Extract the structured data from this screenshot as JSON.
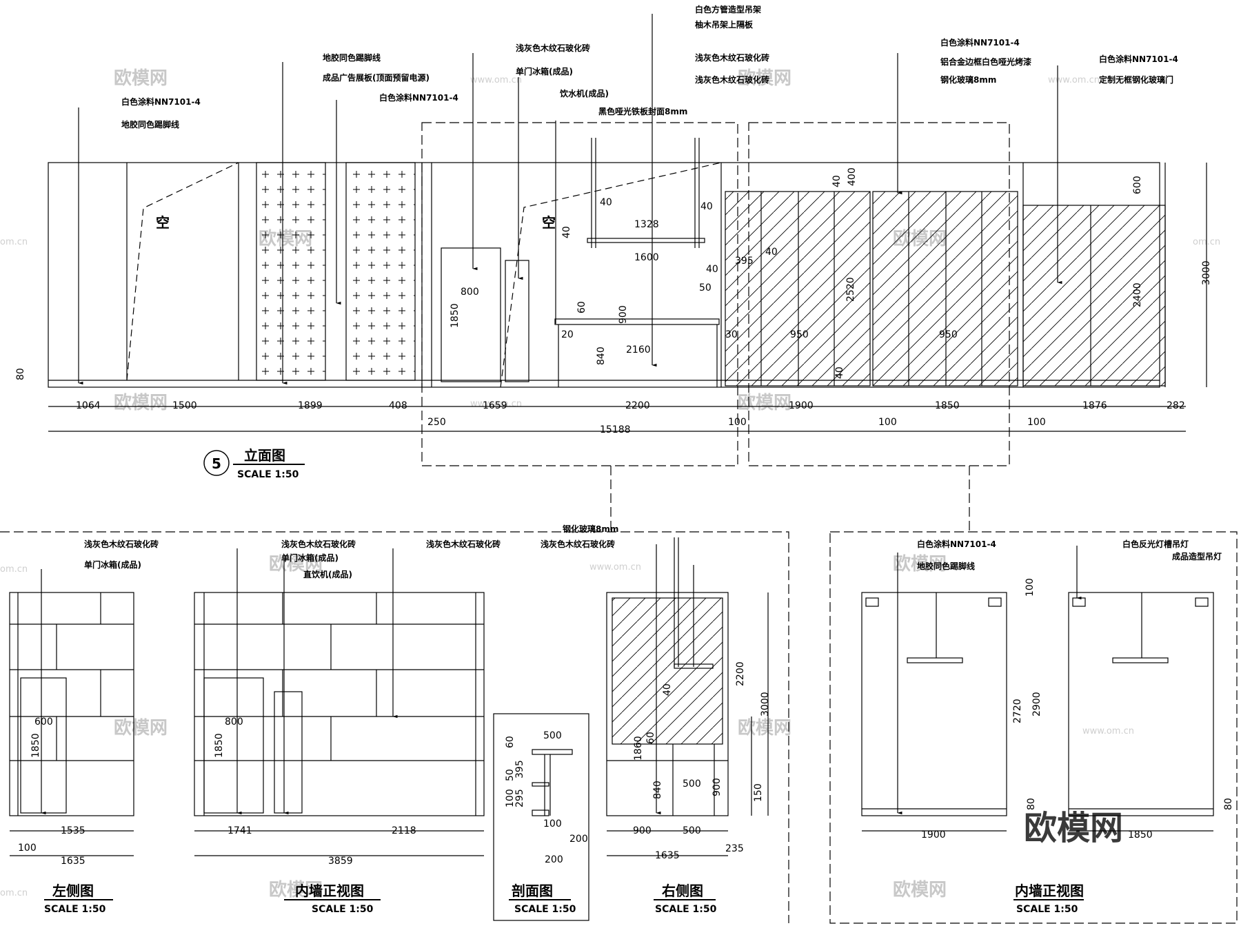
{
  "elevation5": {
    "number": "5",
    "title": "立面图",
    "scale": "SCALE 1:50",
    "empty_char": "空",
    "labels": {
      "white_paint_left": "白色涂料NN7101-4",
      "skirting_left": "地胶同色踢脚线",
      "skirting_mid": "地胶同色踢脚线",
      "ad_board": "成品广告展板(顶面预留电源)",
      "white_paint_mid": "白色涂料NN7101-4",
      "tile_top": "浅灰色木纹石玻化砖",
      "fridge": "单门冰箱(成品)",
      "water": "饮水机(成品)",
      "black_iron": "黑色哑光铁板封面8mm",
      "white_tube": "白色方管造型吊架",
      "teak_shelf": "柚木吊架上隔板",
      "tile_1": "浅灰色木纹石玻化砖",
      "tile_2": "浅灰色木纹石玻化砖",
      "white_paint_r1": "白色涂料NN7101-4",
      "alu_frame": "铝合金边框白色哑光烤漆",
      "tempered": "钢化玻璃8mm",
      "white_paint_r2": "白色涂料NN7101-4",
      "frameless": "定制无框钢化玻璃门"
    },
    "dims_bottom": [
      "1064",
      "1500",
      "1899",
      "408",
      "1659",
      "2200",
      "1900",
      "1850",
      "1876",
      "282"
    ],
    "dims_small": [
      "250",
      "100",
      "100",
      "100"
    ],
    "dim_total": "15188",
    "dims_inner": [
      "800",
      "1850",
      "60",
      "900",
      "840",
      "2160",
      "20",
      "1328",
      "1600",
      "40",
      "40",
      "40",
      "40",
      "50",
      "30",
      "395",
      "40",
      "2520",
      "950",
      "950",
      "40",
      "40",
      "400",
      "600",
      "2400",
      "3000",
      "80"
    ]
  },
  "left_side": {
    "title": "左侧图",
    "scale": "SCALE 1:50",
    "labels": [
      "浅灰色木纹石玻化砖",
      "单门冰箱(成品)"
    ],
    "dims": [
      "600",
      "1850",
      "1535",
      "100",
      "1635"
    ]
  },
  "inner_front_a": {
    "title": "内墙正视图",
    "scale": "SCALE 1:50",
    "labels": [
      "浅灰色木纹石玻化砖",
      "单门冰箱(成品)",
      "直饮机(成品)",
      "浅灰色木纹石玻化砖"
    ],
    "dims": [
      "800",
      "1850",
      "1741",
      "2118",
      "3859"
    ]
  },
  "section": {
    "title": "剖面图",
    "scale": "SCALE 1:50",
    "dims": [
      "500",
      "60",
      "50",
      "395",
      "100",
      "295",
      "100",
      "200",
      "200"
    ]
  },
  "right_side": {
    "title": "右侧图",
    "scale": "SCALE 1:50",
    "labels": [
      "钢化玻璃8mm",
      "浅灰色木纹石玻化砖"
    ],
    "dims": [
      "40",
      "2200",
      "3000",
      "1860",
      "60",
      "840",
      "500",
      "900",
      "150",
      "900",
      "500",
      "1635",
      "235"
    ]
  },
  "inner_front_b": {
    "title": "内墙正视图",
    "scale": "SCALE 1:50",
    "labels": [
      "白色涂料NN7101-4",
      "地胶同色踢脚线",
      "白色反光灯槽吊灯",
      "成品造型吊灯"
    ],
    "dims": [
      "100",
      "2720",
      "2900",
      "80",
      "80",
      "1900",
      "1850"
    ]
  },
  "watermark": {
    "brand": "欧模网",
    "url": "www.om.cn",
    "url2": "om.cn"
  }
}
